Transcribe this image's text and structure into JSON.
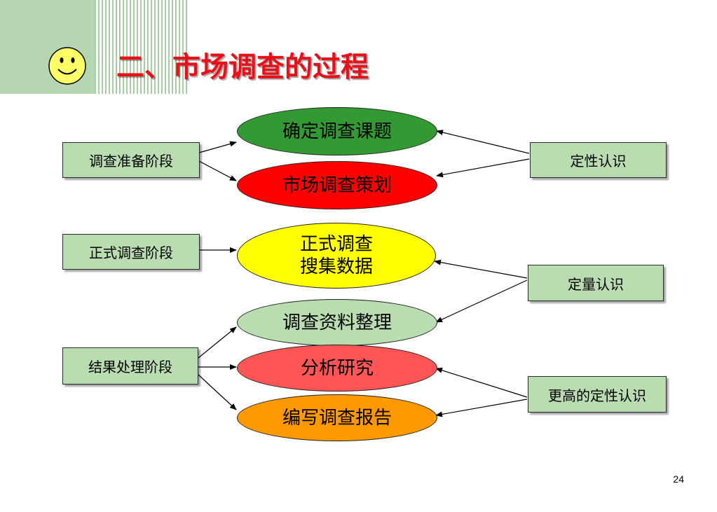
{
  "slide": {
    "title": "二、市场调查的过程",
    "page_number": "24"
  },
  "stages": {
    "prep": "调查准备阶段",
    "formal": "正式调查阶段",
    "result": "结果处理阶段"
  },
  "cognition": {
    "qualitative": "定性认识",
    "quantitative": "定量认识",
    "higher_qualitative": "更高的定性认识"
  },
  "steps": {
    "topic": "确定调查课题",
    "plan": "市场调查策划",
    "collect": "正式调查\n搜集数据",
    "organize": "调查资料整理",
    "analyze": "分析研究",
    "report": "编写调查报告"
  },
  "colors": {
    "title": "#e8111a",
    "box_fill": "#b9dcb0",
    "topic_fill": "#339933",
    "plan_fill": "#ff0000",
    "collect_fill": "#ffff00",
    "organize_fill": "#b9dcb0",
    "analyze_fill": "#ff5555",
    "report_fill": "#ff9900"
  },
  "icons": {
    "header": "smiley-face-icon"
  }
}
